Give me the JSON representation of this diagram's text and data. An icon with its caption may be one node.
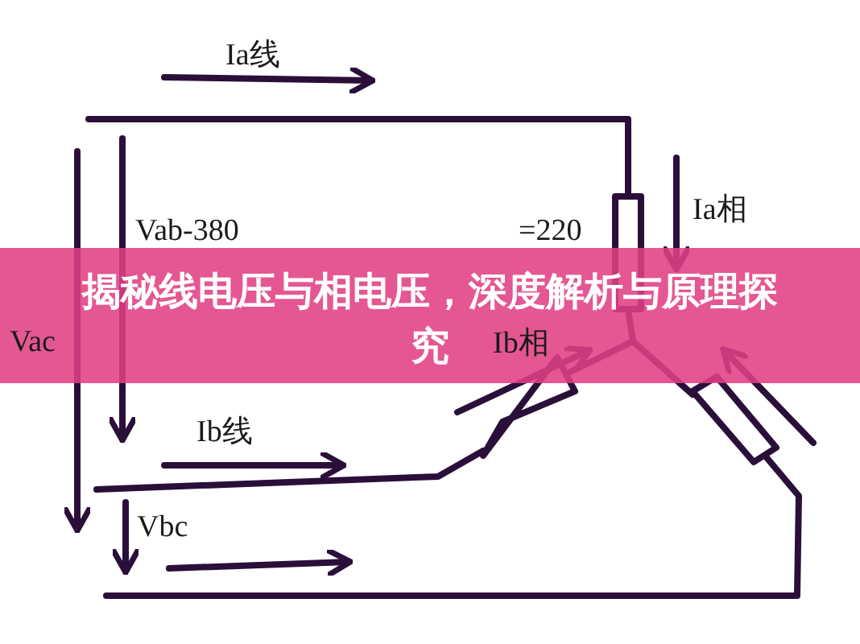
{
  "diagram": {
    "title": "揭秘线电压与相电压，深度解析与原理探究",
    "labels": [
      "Ia线",
      "=220",
      "Ia相",
      "Vab-380",
      "Vac",
      "Ib相",
      "Ib线",
      "Vbc"
    ]
  }
}
